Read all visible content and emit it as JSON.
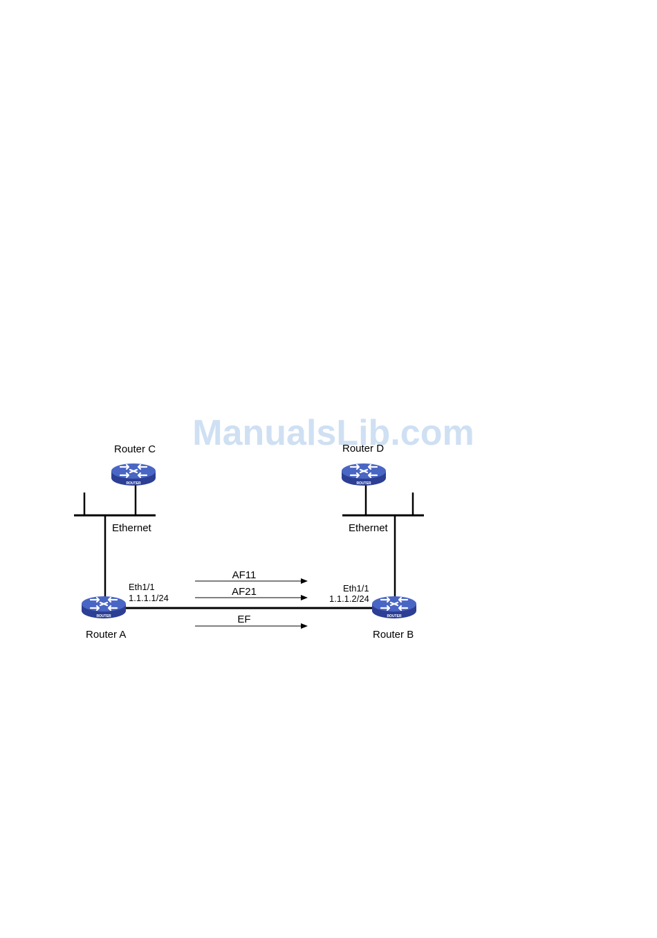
{
  "watermark": "ManualsLib.com",
  "colors": {
    "router_top": "#4a66c4",
    "router_side": "#2c3f94",
    "router_line": "#ffffff",
    "watermark": "#cfe0f3",
    "line": "#000000"
  },
  "routers": {
    "c": {
      "name": "Router C",
      "logo": "ROUTER"
    },
    "d": {
      "name": "Router D",
      "logo": "ROUTER"
    },
    "a": {
      "name": "Router A",
      "logo": "ROUTER"
    },
    "b": {
      "name": "Router B",
      "logo": "ROUTER"
    }
  },
  "segments": {
    "left": {
      "label": "Ethernet"
    },
    "right": {
      "label": "Ethernet"
    }
  },
  "interfaces": {
    "a": {
      "name": "Eth1/1",
      "ip": "1.1.1.1/24"
    },
    "b": {
      "name": "Eth1/1",
      "ip": "1.1.1.2/24"
    }
  },
  "flows": [
    {
      "label": "AF11"
    },
    {
      "label": "AF21"
    },
    {
      "label": "EF"
    }
  ]
}
